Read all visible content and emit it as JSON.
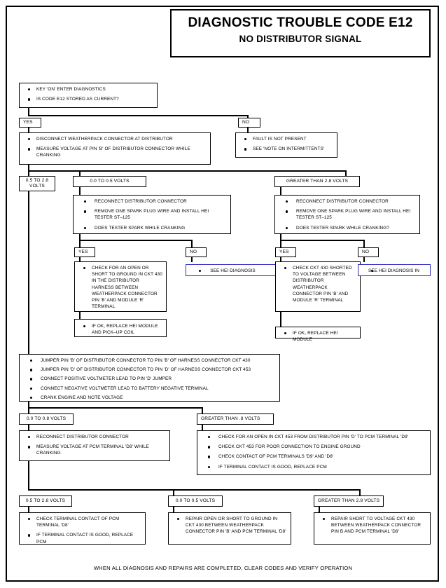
{
  "document": {
    "title_main": "DIAGNOSTIC TROUBLE CODE E12",
    "title_sub": "NO DISTRIBUTOR SIGNAL",
    "footer": "WHEN ALL DIAGNOSIS AND REPAIRS ARE COMPLETED, CLEAR CODES AND VERIFY OPERATION"
  },
  "flowchart": {
    "type": "flowchart",
    "start": {
      "bullets": [
        "KEY 'ON' ENTER DIAGNOSTICS",
        "IS CODE E12 STORED AS CURRENT?"
      ]
    },
    "branch_yes_label": "YES",
    "branch_no_label": "NO",
    "yes_branch": {
      "bullets": [
        "DISCONNECT WEATHERPACK CONNECTOR AT DISTRIBUTOR",
        "MEASURE VOLTAGE AT PIN 'B' OF DISTRIBUTOR CONNECTOR WHILE CRANKING"
      ]
    },
    "no_branch": {
      "bullets": [
        "FAULT IS NOT PRESENT",
        "SEE 'NOTE ON INTERMITTENTS'"
      ]
    },
    "voltage_labels_tier2": {
      "low": "0.5 TO 2.8 VOLTS",
      "mid": "0.0 TO 0.5 VOLTS",
      "high": "GREATER THAN 2.8 VOLTS"
    },
    "hei_test_left": {
      "bullets": [
        "RECONNECT DISTRIBUTOR CONNECTOR",
        "REMOVE ONE SPARK PLUG WIRE AND INSTALL HEI TESTER ST–125",
        "DOES TESTER SPARK WHILE CRANKING"
      ]
    },
    "hei_test_right": {
      "bullets": [
        "RECONNECT DISTRIBUTOR CONNECTOR",
        "REMOVE ONE SPARK PLUG WIRE AND INSTALL HEI TESTER ST–125",
        "DOES TESTER SPARK WHILE CRANKING?"
      ]
    },
    "left_yes_label": "YES",
    "left_no_label": "NO",
    "right_yes_label": "YES",
    "right_no_label": "NO",
    "left_yes_action": {
      "bullets": [
        "CHECK FOR AN OPEN OR SHORT TO GROUND IN CKT 430 IN THE DISTRIBUTOR HARNESS BETWEEN WEATHERPACK CONNECTOR PIN 'B' AND MODULE 'R' TERMINAL"
      ]
    },
    "left_yes_followup": {
      "bullets": [
        "IF OK, REPLACE HEI MODULE AND PICK–UP COIL"
      ]
    },
    "left_no_action": {
      "bullets": [
        "SEE HEI DIAGNOSIS"
      ]
    },
    "right_yes_action": {
      "bullets": [
        "CHECK CKT 430 SHORTED TO VOLTAGE BETWEEN DISTRIBUTOR WEATHERPACK CONNECTOR PIN 'B' AND MODULE 'R' TERMINAL"
      ]
    },
    "right_yes_followup": {
      "bullets": [
        "IF OK, REPLACE HEI MODULE"
      ]
    },
    "right_no_action": {
      "bullets": [
        "SEE HEI DIAGNOSIS IN"
      ]
    },
    "jumper_step": {
      "bullets": [
        "JUMPER PIN 'B' OF DISTRIBUTOR CONNECTOR TO PIN 'B' OF HARNESS CONNECTOR CKT 430",
        "JUMPER PIN 'D' OF DISTRIBUTOR CONNECTOR TO PIN 'D' OF HARNESS CONNECTOR CKT 453",
        "CONNECT POSITIVE VOLTMETER LEAD TO PIN 'D' JUMPER",
        "CONNECT NEGATIVE VOLTMETER LEAD TO BATTERY NEGATIVE TERMINAL",
        "CRANK ENGINE AND NOTE VOLTAGE"
      ]
    },
    "voltage_labels_tier3": {
      "low": "0.0 TO 0.8 VOLTS",
      "high": "GREATER THAN .8 VOLTS"
    },
    "pcm_measure": {
      "bullets": [
        "RECONNECT DISTRIBUTOR CONNECTOR",
        "MEASURE VOLTAGE AT PCM TERMINAL 'D8' WHILE CRANKING"
      ]
    },
    "ckt453_checks": {
      "bullets": [
        "CHECK FOR AN OPEN IN CKT 453 FROM DISTRIBUTOR PIN 'D' TO PCM TERMINAL 'D9'",
        "CHECK CKT 453 FOR POOR CONNECTION TO ENGINE GROUND",
        "CHECK CONTACT OF PCM TERMINALS 'D9' AND 'D8'",
        "IF TERMINAL CONTACT IS GOOD,  REPLACE PCM"
      ]
    },
    "voltage_labels_tier4": {
      "low": "0.5 TO 2.8 VOLTS",
      "mid": "0.0 TO 0.5 VOLTS",
      "high": "GREATER THAN 2.8 VOLTS"
    },
    "final_left": {
      "bullets": [
        "CHECK TERMINAL CONTACT OF PCM TERMINAL 'D8'",
        "IF TERMINAL CONTACT IS GOOD, REPLACE PCM"
      ]
    },
    "final_mid": {
      "bullets": [
        "REPAIR OPEN OR SHORT TO GROUND IN CKT 430 BETWEEN WEATHERPACK CONNECTOR PIN 'B' AND PCM TERMINAL 'D8'"
      ]
    },
    "final_right": {
      "bullets": [
        "REPAIR SHORT TO VOLTAGE CKT 430 BETWEEN WEATHERPACK CONNECTOR PIN B AND PCM TERMINAL 'D8'"
      ]
    }
  }
}
